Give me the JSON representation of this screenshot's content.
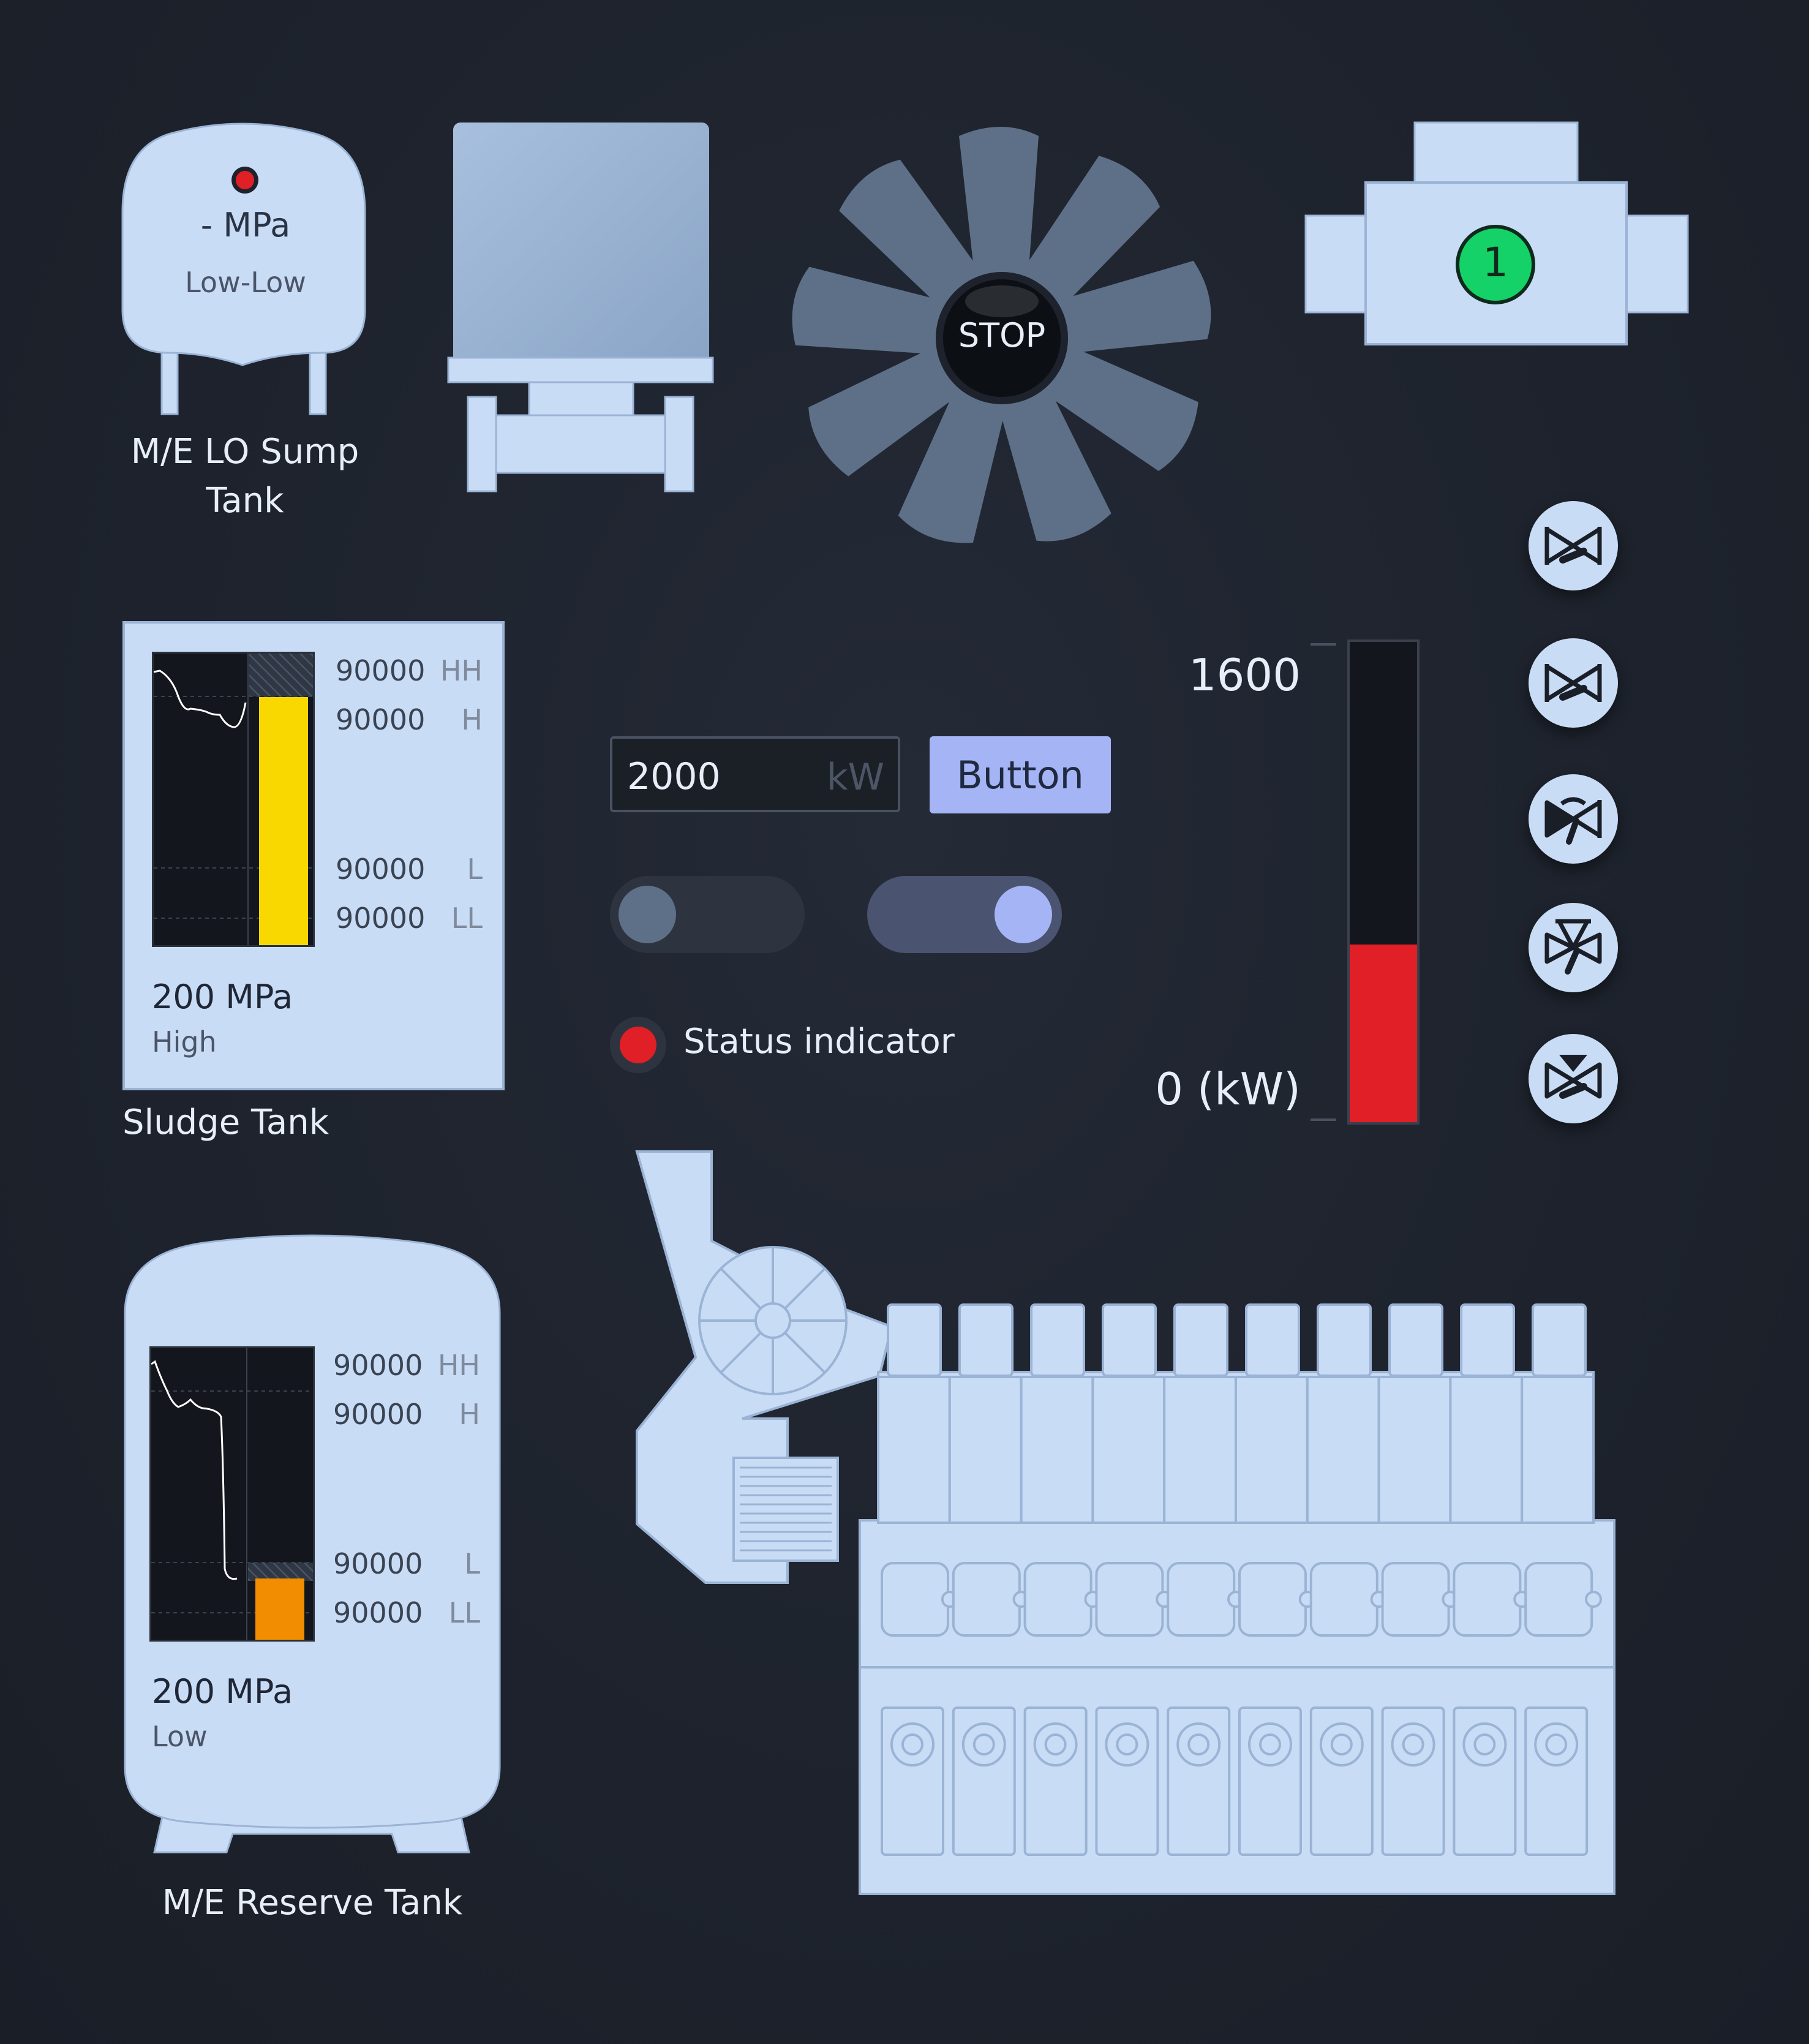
{
  "lo_sump_tank": {
    "pressure": "- MPa",
    "level_state": "Low-Low",
    "label_line1": "M/E LO Sump",
    "label_line2": "Tank"
  },
  "fan": {
    "state_label": "STOP"
  },
  "pump": {
    "number": "1"
  },
  "sludge_tank": {
    "thresholds": [
      {
        "value": "90000",
        "tag": "HH"
      },
      {
        "value": "90000",
        "tag": "H"
      },
      {
        "value": "90000",
        "tag": "L"
      },
      {
        "value": "90000",
        "tag": "LL"
      }
    ],
    "level_fraction": 0.85,
    "bar_color": "#f9d800",
    "pressure": "200 MPa",
    "level_state": "High",
    "label": "Sludge Tank"
  },
  "reserve_tank": {
    "thresholds": [
      {
        "value": "90000",
        "tag": "HH"
      },
      {
        "value": "90000",
        "tag": "H"
      },
      {
        "value": "90000",
        "tag": "L"
      },
      {
        "value": "90000",
        "tag": "LL"
      }
    ],
    "level_fraction": 0.21,
    "bar_color": "#f28c00",
    "pressure": "200 MPa",
    "level_state": "Low",
    "label": "M/E Reserve Tank"
  },
  "power_input": {
    "value": "2000",
    "unit": "kW"
  },
  "action_button": {
    "label": "Button"
  },
  "toggles": [
    {
      "state": "off"
    },
    {
      "state": "on"
    }
  ],
  "status": {
    "label": "Status indicator",
    "color": "#e01f26"
  },
  "power_gauge": {
    "max_label": "1600",
    "min_label": "0 (kW)",
    "fill_fraction": 0.37,
    "fill_color": "#e01f26"
  },
  "valve_icons": [
    "butterfly-valve-icon",
    "butterfly-valve-icon",
    "control-valve-icon",
    "three-way-valve-icon",
    "check-valve-icon"
  ],
  "colors": {
    "equipment": "#c9dcf6",
    "equipment_stroke": "#9bb3d4",
    "alarm_red": "#e01f26",
    "run_green": "#14d168",
    "accent": "#a5b4f5"
  }
}
